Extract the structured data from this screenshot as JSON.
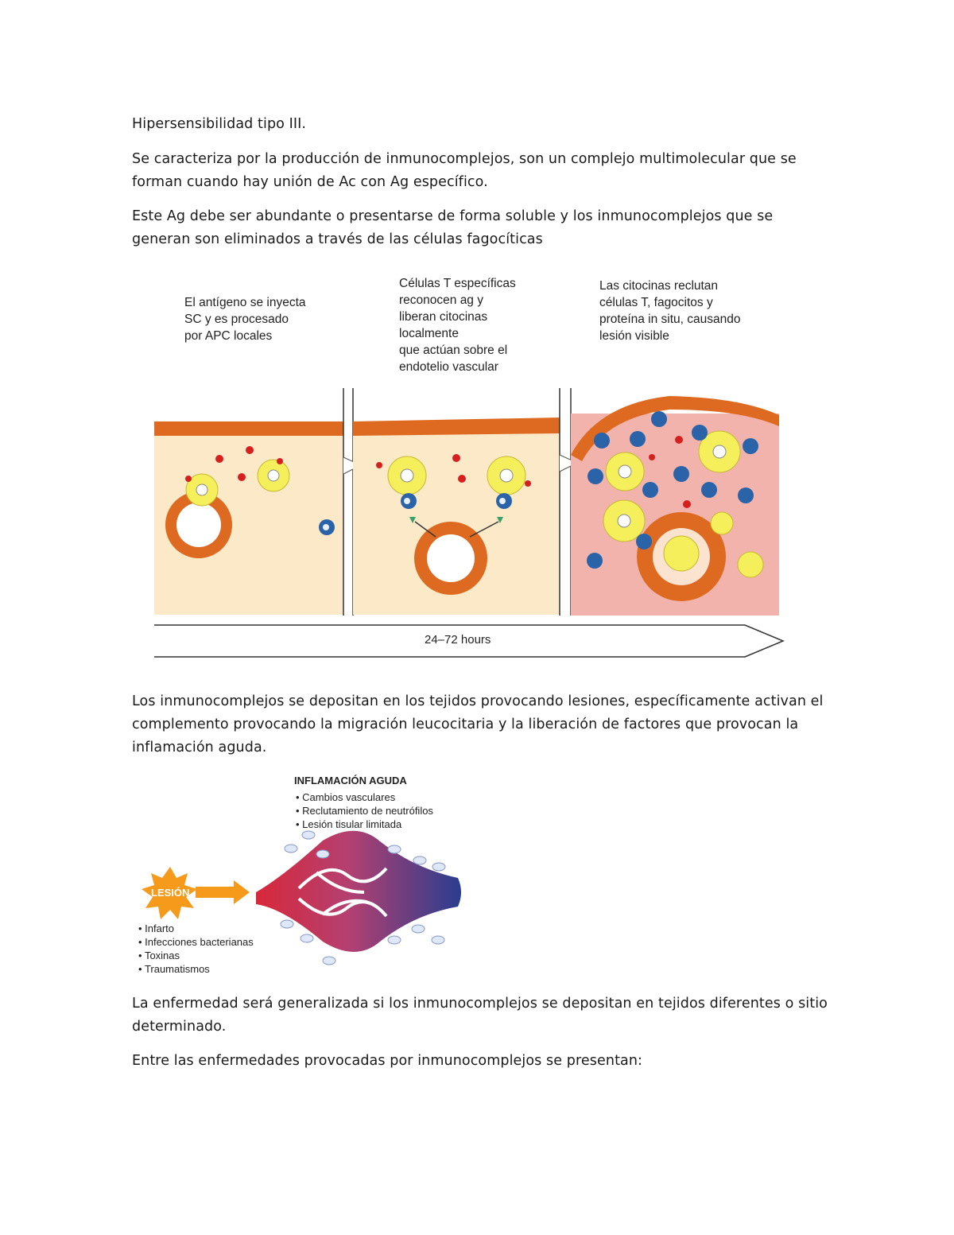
{
  "doc": {
    "heading": "Hipersensibilidad tipo III.",
    "p1": "Se caracteriza por la producción de inmunocomplejos, son un complejo multimolecular que se forman cuando hay unión de Ac con Ag específico.",
    "p2": "Este Ag debe ser abundante o presentarse de forma soluble y los inmunocomplejos que se generan son eliminados a través de las células fagocíticas",
    "p3": "Los inmunocomplejos se depositan en los tejidos provocando lesiones, específicamente activan el complemento provocando la migración leucocitaria y la liberación de factores que provocan la inflamación aguda.",
    "p4": "La enfermedad será generalizada si los inmunocomplejos se depositan en tejidos diferentes o sitio determinado.",
    "p5": "Entre las enfermedades provocadas por inmunocomplejos se presentan:"
  },
  "figure1": {
    "caption1": "El antígeno se inyecta\nSC y es procesado\npor APC locales",
    "caption2": "Células T específicas\nreconocen ag y\nliberan citocinas\nlocalmente\nque actúan sobre el\nendotelio vascular",
    "caption3": "Las citocinas reclutan\ncélulas T, fagocitos y\nproteína in situ, causando\nlesión visible",
    "timeline": "24–72 hours"
  },
  "figure2": {
    "title": "INFLAMACIÓN AGUDA",
    "effects": [
      "Cambios vasculares",
      "Reclutamiento de neutrófilos",
      "Lesión tisular limitada"
    ],
    "lesion_label": "LESIÓN",
    "causes": [
      "Infarto",
      "Infecciones bacterianas",
      "Toxinas",
      "Traumatismos"
    ]
  },
  "colors": {
    "tissue": "#fbe9c8",
    "inflamed_tissue": "#f2b3ad",
    "membrane": "#dd6a20",
    "antigen": "#d62020",
    "apc": "#f5ef5c",
    "tcell": "#2a63a8",
    "vessel_artery": "#d8283a",
    "vessel_vein": "#2a3d8f"
  }
}
